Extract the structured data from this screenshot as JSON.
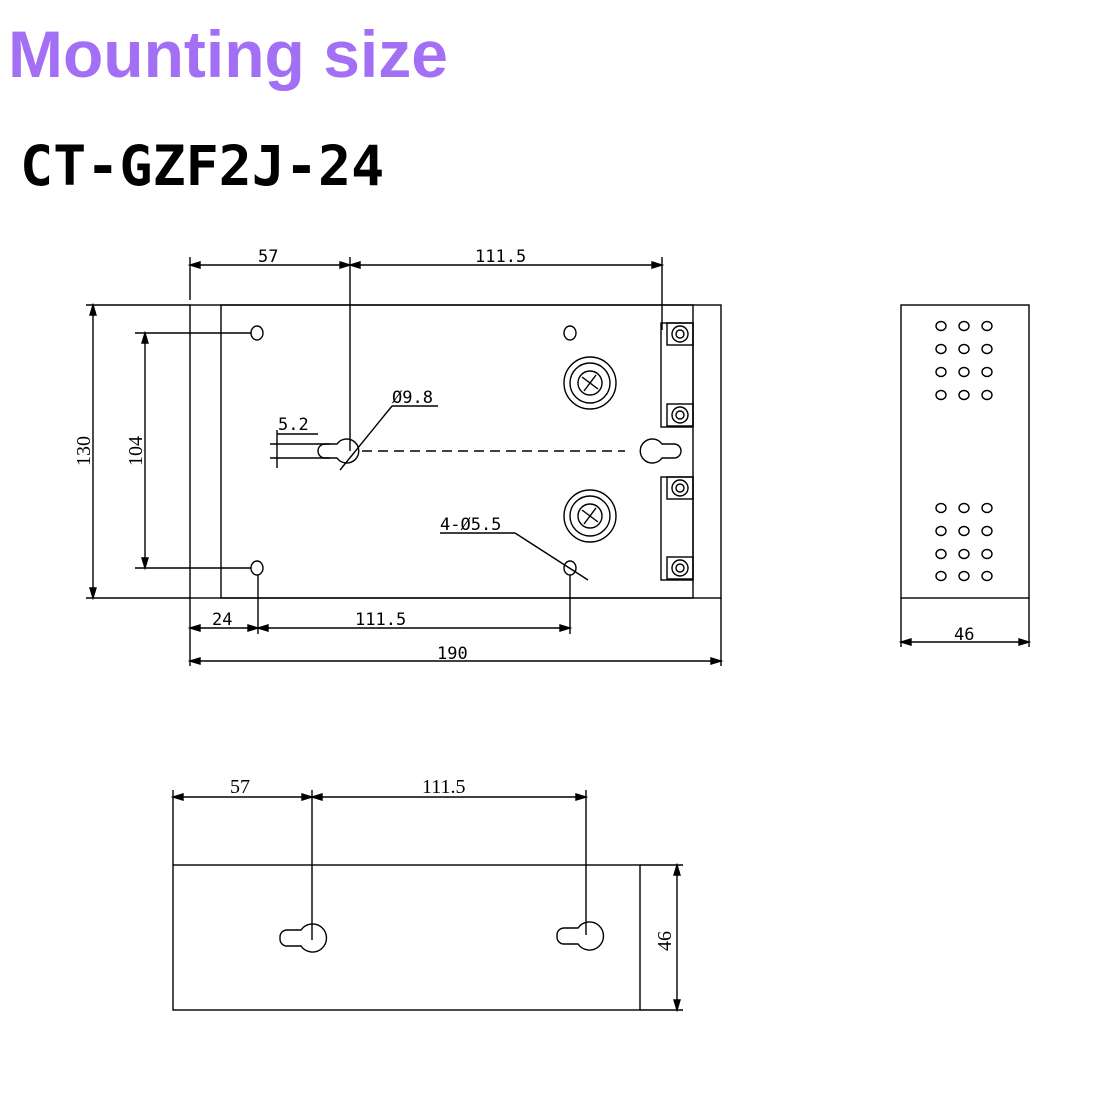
{
  "header": {
    "title": "Mounting size",
    "model": "CT-GZF2J-24"
  },
  "colors": {
    "title": "#a26ff5",
    "line": "#000000"
  },
  "front_view": {
    "dim_top_left": "57",
    "dim_top_right": "111.5",
    "dim_height_outer": "130",
    "dim_height_inner": "104",
    "dim_slot": "5.2",
    "dim_keyhole_dia": "Ø9.8",
    "dim_holes": "4-Ø5.5",
    "dim_bottom_left": "24",
    "dim_bottom_mid": "111.5",
    "dim_total_width": "190"
  },
  "side_view": {
    "dim_depth": "46"
  },
  "bottom_view": {
    "dim_left": "57",
    "dim_right": "111.5",
    "dim_height": "46"
  }
}
